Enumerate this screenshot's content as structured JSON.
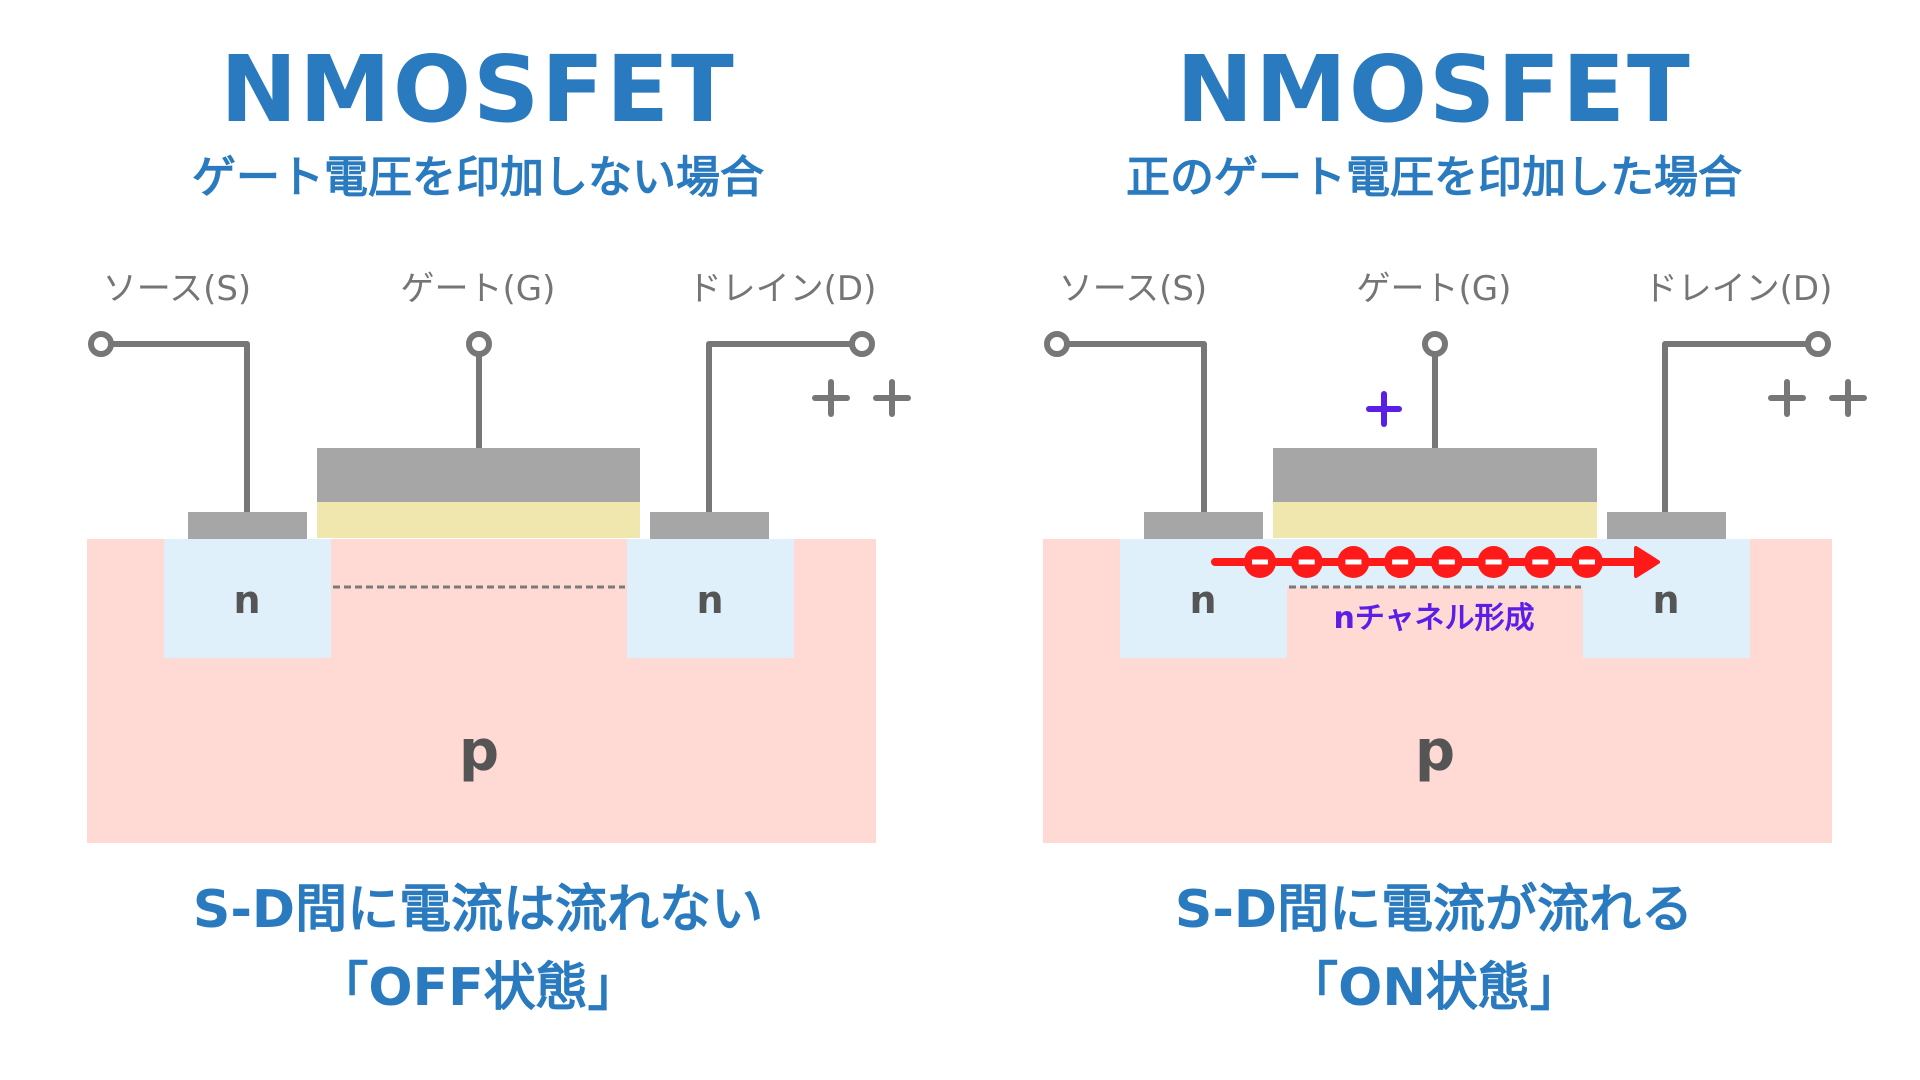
{
  "panels": [
    {
      "id": "off",
      "title": "NMOSFET",
      "subtitle": "ゲート電圧を印加しない場合",
      "labels": {
        "source": "ソース(S)",
        "gate": "ゲート(G)",
        "drain": "ドレイン(D)"
      },
      "drain_charge": "+ +",
      "gate_charge": "",
      "n_region_label": "n",
      "substrate_label": "p",
      "channel_label": "",
      "channel_formed": false,
      "electron_count": 0,
      "result_line1": "S-D間に電流は流れない",
      "result_line2": "「OFF状態」"
    },
    {
      "id": "on",
      "title": "NMOSFET",
      "subtitle": "正のゲート電圧を印加した場合",
      "labels": {
        "source": "ソース(S)",
        "gate": "ゲート(G)",
        "drain": "ドレイン(D)"
      },
      "drain_charge": "+ +",
      "gate_charge": "+",
      "n_region_label": "n",
      "substrate_label": "p",
      "channel_label": "nチャネル形成",
      "channel_formed": true,
      "electron_count": 8,
      "electron_symbol": "-",
      "result_line1": "S-D間に電流が流れる",
      "result_line2": "「ON状態」"
    }
  ],
  "colors": {
    "title": "#2a7abf",
    "wire": "#777777",
    "metal": "#a6a6a6",
    "oxide": "#efe7ad",
    "p_substrate": "#ffd9d4",
    "n_region": "#dff0fb",
    "electron": "#ff1a1a",
    "positive_gate": "#5a1ee6",
    "region_text": "#555555"
  }
}
